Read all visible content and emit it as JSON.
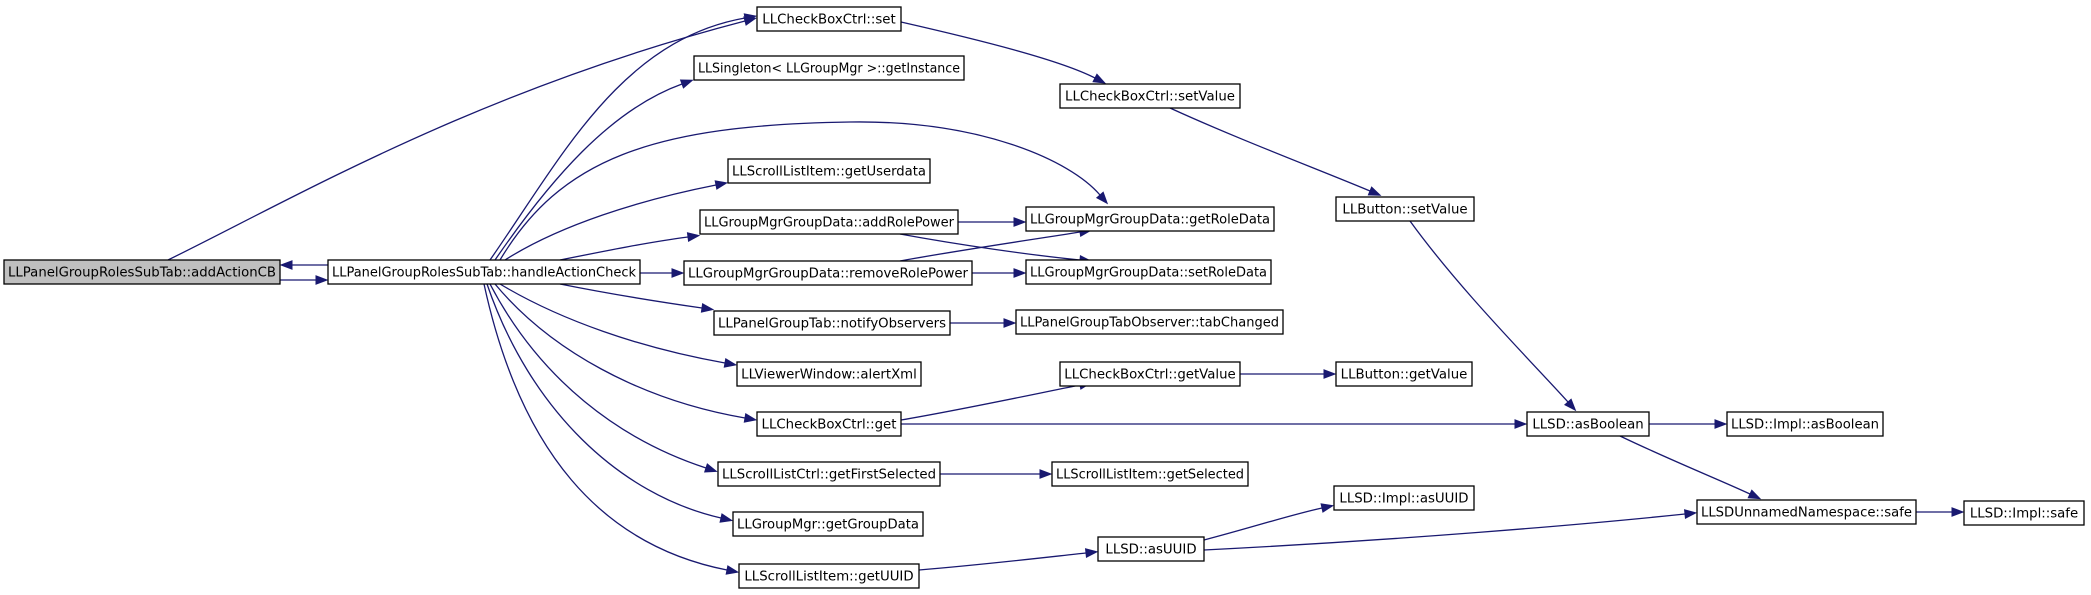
{
  "diagram": {
    "kind": "call-graph",
    "edge_color": "#191970",
    "root_fill": "#bfbfbf",
    "nodes": [
      {
        "id": "addActionCB",
        "label": "LLPanelGroupRolesSubTab::addActionCB",
        "root": true
      },
      {
        "id": "handleActionCheck",
        "label": "LLPanelGroupRolesSubTab::handleActionCheck"
      },
      {
        "id": "cbSet",
        "label": "LLCheckBoxCtrl::set"
      },
      {
        "id": "singletonGetInstance",
        "label": "LLSingleton< LLGroupMgr >::getInstance"
      },
      {
        "id": "cbSetValue",
        "label": "LLCheckBoxCtrl::setValue"
      },
      {
        "id": "sliGetUserdata",
        "label": "LLScrollListItem::getUserdata"
      },
      {
        "id": "addRolePower",
        "label": "LLGroupMgrGroupData::addRolePower"
      },
      {
        "id": "getRoleData",
        "label": "LLGroupMgrGroupData::getRoleData"
      },
      {
        "id": "btnSetValue",
        "label": "LLButton::setValue"
      },
      {
        "id": "removeRolePower",
        "label": "LLGroupMgrGroupData::removeRolePower"
      },
      {
        "id": "setRoleData",
        "label": "LLGroupMgrGroupData::setRoleData"
      },
      {
        "id": "notifyObservers",
        "label": "LLPanelGroupTab::notifyObservers"
      },
      {
        "id": "tabChanged",
        "label": "LLPanelGroupTabObserver::tabChanged"
      },
      {
        "id": "alertXml",
        "label": "LLViewerWindow::alertXml"
      },
      {
        "id": "cbGetValue",
        "label": "LLCheckBoxCtrl::getValue"
      },
      {
        "id": "btnGetValue",
        "label": "LLButton::getValue"
      },
      {
        "id": "cbGet",
        "label": "LLCheckBoxCtrl::get"
      },
      {
        "id": "asBoolean",
        "label": "LLSD::asBoolean"
      },
      {
        "id": "implAsBoolean",
        "label": "LLSD::Impl::asBoolean"
      },
      {
        "id": "getFirstSelected",
        "label": "LLScrollListCtrl::getFirstSelected"
      },
      {
        "id": "getSelected",
        "label": "LLScrollListItem::getSelected"
      },
      {
        "id": "getGroupData",
        "label": "LLGroupMgr::getGroupData"
      },
      {
        "id": "implAsUUID",
        "label": "LLSD::Impl::asUUID"
      },
      {
        "id": "safe",
        "label": "LLSDUnnamedNamespace::safe"
      },
      {
        "id": "implSafe",
        "label": "LLSD::Impl::safe"
      },
      {
        "id": "llsdAsUUID",
        "label": "LLSD::asUUID"
      },
      {
        "id": "sliGetUUID",
        "label": "LLScrollListItem::getUUID"
      }
    ],
    "edges": [
      {
        "from": "addActionCB",
        "to": "cbSet"
      },
      {
        "from": "addActionCB",
        "to": "handleActionCheck"
      },
      {
        "from": "handleActionCheck",
        "to": "addActionCB"
      },
      {
        "from": "handleActionCheck",
        "to": "cbSet"
      },
      {
        "from": "handleActionCheck",
        "to": "singletonGetInstance"
      },
      {
        "from": "handleActionCheck",
        "to": "getRoleData"
      },
      {
        "from": "handleActionCheck",
        "to": "sliGetUserdata"
      },
      {
        "from": "handleActionCheck",
        "to": "addRolePower"
      },
      {
        "from": "handleActionCheck",
        "to": "removeRolePower"
      },
      {
        "from": "handleActionCheck",
        "to": "notifyObservers"
      },
      {
        "from": "handleActionCheck",
        "to": "alertXml"
      },
      {
        "from": "handleActionCheck",
        "to": "cbGet"
      },
      {
        "from": "handleActionCheck",
        "to": "getFirstSelected"
      },
      {
        "from": "handleActionCheck",
        "to": "getGroupData"
      },
      {
        "from": "handleActionCheck",
        "to": "sliGetUUID"
      },
      {
        "from": "cbSet",
        "to": "cbSetValue"
      },
      {
        "from": "cbSetValue",
        "to": "btnSetValue"
      },
      {
        "from": "btnSetValue",
        "to": "asBoolean"
      },
      {
        "from": "addRolePower",
        "to": "getRoleData"
      },
      {
        "from": "addRolePower",
        "to": "setRoleData"
      },
      {
        "from": "removeRolePower",
        "to": "getRoleData"
      },
      {
        "from": "removeRolePower",
        "to": "setRoleData"
      },
      {
        "from": "notifyObservers",
        "to": "tabChanged"
      },
      {
        "from": "cbGet",
        "to": "cbGetValue"
      },
      {
        "from": "cbGet",
        "to": "asBoolean"
      },
      {
        "from": "cbGetValue",
        "to": "btnGetValue"
      },
      {
        "from": "asBoolean",
        "to": "implAsBoolean"
      },
      {
        "from": "asBoolean",
        "to": "safe"
      },
      {
        "from": "getFirstSelected",
        "to": "getSelected"
      },
      {
        "from": "sliGetUUID",
        "to": "llsdAsUUID"
      },
      {
        "from": "llsdAsUUID",
        "to": "implAsUUID"
      },
      {
        "from": "llsdAsUUID",
        "to": "safe"
      },
      {
        "from": "safe",
        "to": "implSafe"
      }
    ]
  }
}
